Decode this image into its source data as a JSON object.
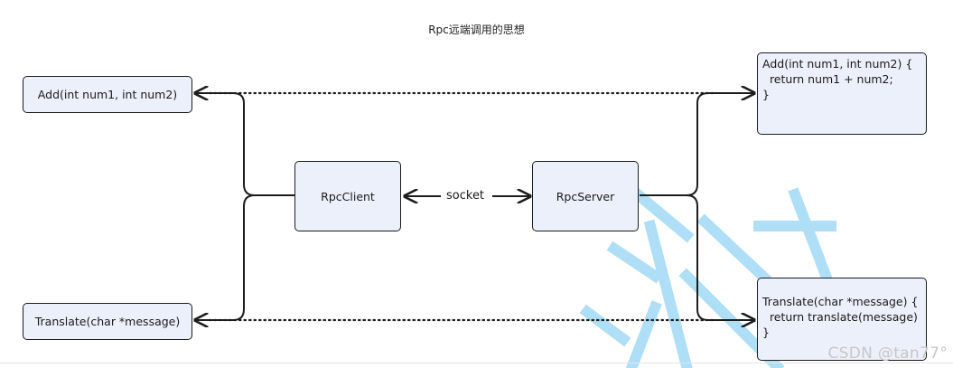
{
  "title": "Rpc远端调用的思想",
  "nodes": {
    "client_add": "Add(int num1, int num2)",
    "client_translate": "Translate(char *message)",
    "rpc_client": "RpcClient",
    "rpc_server": "RpcServer",
    "server_add": [
      "Add(int num1, int num2) {",
      "  return num1 + num2;",
      "}"
    ],
    "server_translate": [
      "Translate(char *message) {",
      "  return translate(message)",
      "}"
    ]
  },
  "edge_label": "socket",
  "watermark": "CSDN @tan77°",
  "colors": {
    "box_fill": "#ecf0fa",
    "stroke": "#1c1c1c",
    "watermark_decor": "#a6dcf7"
  }
}
